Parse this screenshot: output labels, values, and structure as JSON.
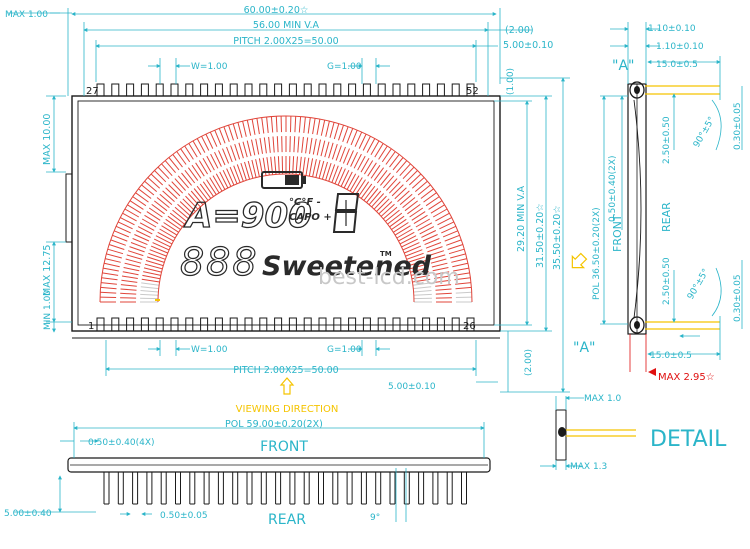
{
  "colors": {
    "dim": "#2bb5c9",
    "outline": "#1a1a1a",
    "segment_red": "#e0453a",
    "segment_gray": "#c9c9c9",
    "accent_red": "#e01010",
    "note_yellow": "#f5c400",
    "watermark": "#bdbdbd"
  },
  "front_view": {
    "top_dims": {
      "overall": "60.00±0.20☆",
      "va": "56.00 MIN V.A",
      "pitch": "PITCH 2.00X25=50.00",
      "w": "W=1.00",
      "g": "G=1.00",
      "side_gap": "(2.00)",
      "pin_len": "5.00±0.10",
      "top_offset": "(1.00)"
    },
    "left_dims": {
      "max_top": "MAX 1.00",
      "max_10": "MAX 10.00",
      "max_12": "MAX 12.75",
      "min_1": "MIN 1.00"
    },
    "right_dims": {
      "va_height": "29.20 MIN V.A",
      "height_31": "31.50±0.20☆",
      "height_35": "35.50±0.20☆"
    },
    "bottom_dims": {
      "w": "W=1.00",
      "g": "G=1.00",
      "pitch": "PITCH 2.00X25=50.00",
      "pin_len": "5.00±0.10",
      "side_gap": "(2.00)",
      "viewing": "VIEWING DIRECTION"
    },
    "pins": {
      "top_left": "27",
      "top_right": "52",
      "bottom_left": "1",
      "bottom_right": "26"
    },
    "display": {
      "row1": "A=900",
      "row1_small_top": "°C°F -",
      "row1_small_bottom": "CAPO +",
      "row2": "888",
      "brand": "Sweetened",
      "tm": "TM",
      "watermark": "best-lcd.com"
    }
  },
  "side_view": {
    "label_a_top": "\"A\"",
    "label_a_bottom": "\"A\"",
    "d_110": "1.10±0.10",
    "d_110b": "1.10±0.10",
    "d_150_top": "15.0±0.5",
    "d_150_bottom": "15.0±0.5",
    "d_250_top": "2.50±0.50",
    "d_250_bottom": "2.50±0.50",
    "d_angle_top": "90°±5°",
    "d_angle_bottom": "90°±5°",
    "d_030_top": "0.30±0.05",
    "d_030_bottom": "0.30±0.05",
    "pol": "POL 36.50±0.20(2X)",
    "pitch_small": "0.50±0.40(2X)",
    "front": "FRONT",
    "rear": "REAR",
    "max_295": "MAX 2.95☆"
  },
  "bottom_view": {
    "pol": "POL 59.00±0.20(2X)",
    "offset": "0.50±0.40(4X)",
    "front": "FRONT",
    "rear": "REAR",
    "pin_len": "5.00±0.40",
    "pin_w": "0.50±0.05",
    "angle": "9°"
  },
  "detail": {
    "max_10": "MAX 1.0",
    "max_13": "MAX 1.3",
    "title": "DETAIL"
  }
}
